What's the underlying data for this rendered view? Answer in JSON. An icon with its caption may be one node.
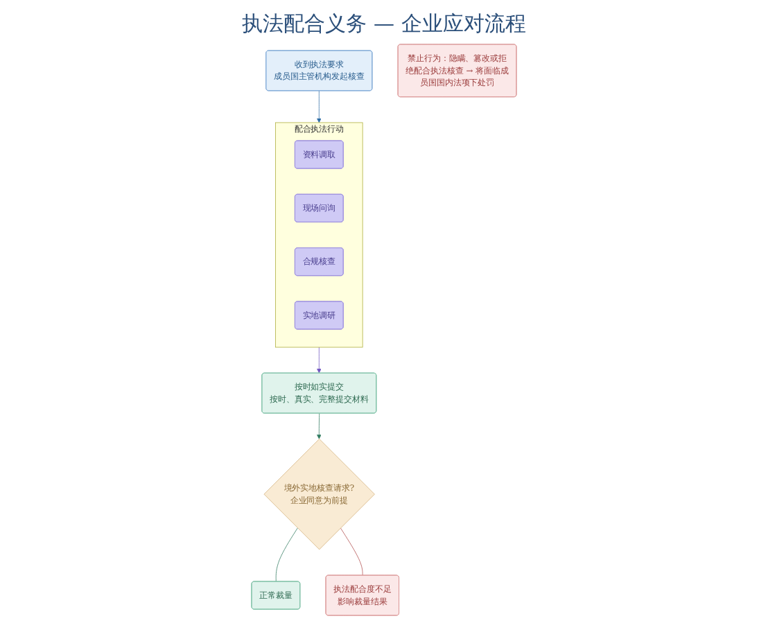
{
  "diagram": {
    "title": "执法配合义务 — 企业应对流程",
    "nodes": [
      {
        "text": [
          "收到执法要求",
          "成员国主管机构发起核查"
        ]
      },
      {
        "text": [
          "配合执法行动"
        ]
      },
      {
        "text": [
          "资料调取"
        ],
        "in": 1
      },
      {
        "text": [
          "现场问询"
        ],
        "in": 1
      },
      {
        "text": [
          "合规核查"
        ],
        "in": 1
      },
      {
        "text": [
          "实地调研"
        ],
        "in": 1
      },
      {
        "text": [
          "按时如实提交",
          "按时、真实、完整提交材料"
        ]
      },
      {
        "text": [
          "境外实地核查请求?",
          "企业同意为前提"
        ]
      },
      {
        "text": [
          "正常裁量"
        ]
      },
      {
        "text": [
          "执法配合度不足",
          "影响裁量结果"
        ]
      },
      {
        "text": [
          "禁止行为：隐瞒、篡改或拒绝配合执法核查 → 将面临成员国国内法项下处罚"
        ]
      }
    ],
    "edges": [
      {
        "from": 0,
        "to": 1,
        "arrow": "to",
        "color": "#2e6ca4"
      },
      {
        "from": 1,
        "to": 6,
        "arrow": "to",
        "color": "#6f55c0"
      },
      {
        "from": 6,
        "to": 7,
        "arrow": "to",
        "color": "#2f7a5f"
      },
      {
        "from": 7,
        "to": 8,
        "arrow": "none",
        "color": "#2f7a5f"
      },
      {
        "from": 7,
        "to": 9,
        "arrow": "none",
        "color": "#b04a4a"
      }
    ]
  }
}
